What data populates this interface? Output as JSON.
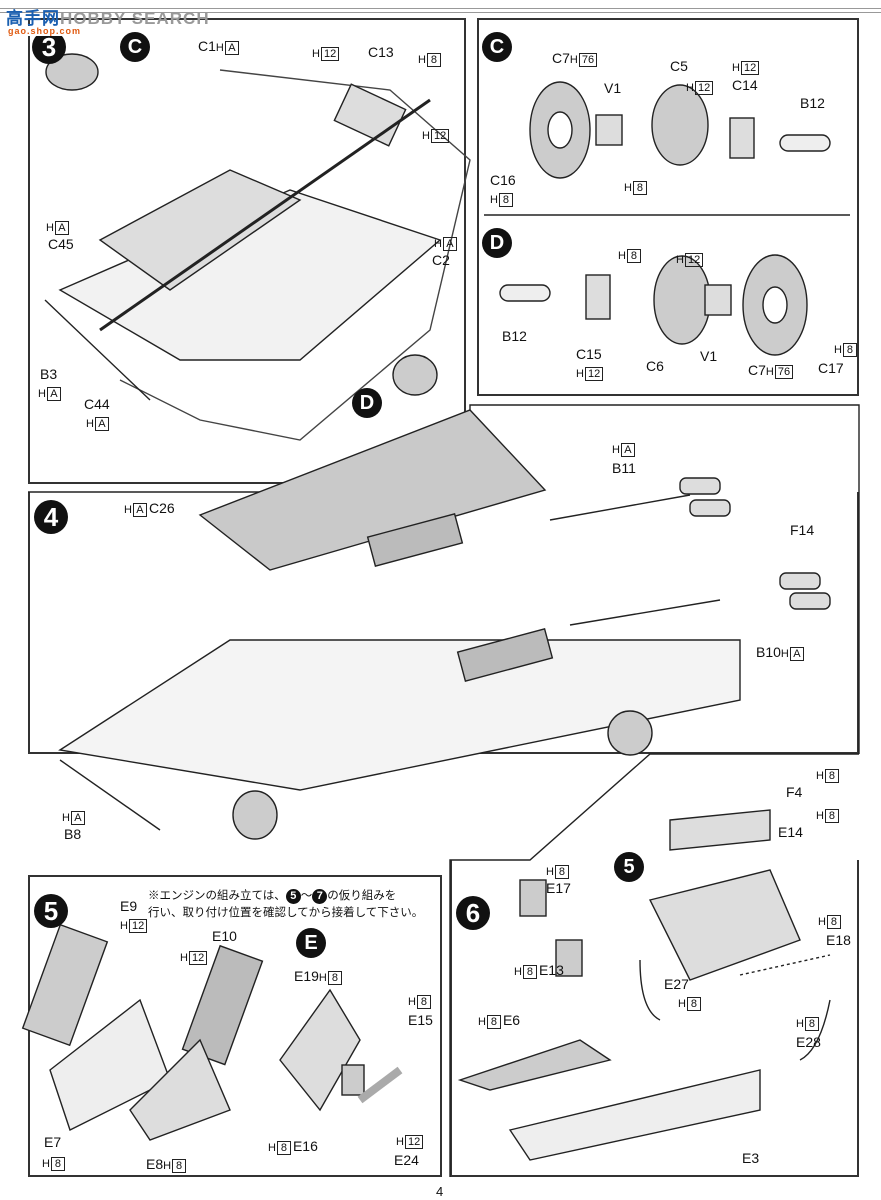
{
  "watermark": {
    "logo_text": "高手网",
    "brand": "HOBBY SEARCH",
    "site": "gao.shop.com"
  },
  "page_number": "4",
  "note": {
    "prefix": "※エンジンの組み立ては、",
    "from": "5",
    "tilde": "〜",
    "to": "7",
    "suffix": "の仮り組みを",
    "line2": "行い、取り付け位置を確認してから接着して下さい。"
  },
  "steps": {
    "s3": {
      "number": "3",
      "sub_c": "C",
      "sub_d": "D",
      "labels": [
        {
          "part": "C1",
          "h": "H",
          "box": "A"
        },
        {
          "part": "",
          "h": "H",
          "box": "12"
        },
        {
          "part": "C13",
          "h": "",
          "box": ""
        },
        {
          "part": "",
          "h": "H",
          "box": "8"
        },
        {
          "part": "",
          "h": "H",
          "box": "12"
        },
        {
          "part": "",
          "h": "H",
          "box": "A"
        },
        {
          "part": "C45",
          "h": "",
          "box": ""
        },
        {
          "part": "",
          "h": "H",
          "box": "A"
        },
        {
          "part": "C2",
          "h": "",
          "box": ""
        },
        {
          "part": "B3",
          "h": "",
          "box": ""
        },
        {
          "part": "",
          "h": "H",
          "box": "A"
        },
        {
          "part": "C44",
          "h": "",
          "box": ""
        },
        {
          "part": "",
          "h": "H",
          "box": "A"
        }
      ]
    },
    "sc": {
      "letter": "C",
      "labels": [
        {
          "part": "C7",
          "h": "H",
          "box": "76"
        },
        {
          "part": "V1",
          "h": "",
          "box": ""
        },
        {
          "part": "C5",
          "h": "",
          "box": ""
        },
        {
          "part": "",
          "h": "H",
          "box": "12"
        },
        {
          "part": "",
          "h": "H",
          "box": "12"
        },
        {
          "part": "C14",
          "h": "",
          "box": ""
        },
        {
          "part": "B12",
          "h": "",
          "box": ""
        },
        {
          "part": "C16",
          "h": "",
          "box": ""
        },
        {
          "part": "",
          "h": "H",
          "box": "8"
        },
        {
          "part": "",
          "h": "H",
          "box": "8"
        }
      ]
    },
    "sd": {
      "letter": "D",
      "labels": [
        {
          "part": "",
          "h": "H",
          "box": "8"
        },
        {
          "part": "",
          "h": "H",
          "box": "12"
        },
        {
          "part": "B12",
          "h": "",
          "box": ""
        },
        {
          "part": "C15",
          "h": "",
          "box": ""
        },
        {
          "part": "",
          "h": "H",
          "box": "12"
        },
        {
          "part": "C6",
          "h": "",
          "box": ""
        },
        {
          "part": "V1",
          "h": "",
          "box": ""
        },
        {
          "part": "C7",
          "h": "H",
          "box": "76"
        },
        {
          "part": "",
          "h": "H",
          "box": "8"
        },
        {
          "part": "C17",
          "h": "",
          "box": ""
        }
      ]
    },
    "s4": {
      "number": "4",
      "labels": [
        {
          "part": "C26",
          "h": "H",
          "box": "A"
        },
        {
          "part": "",
          "h": "H",
          "box": "A"
        },
        {
          "part": "B11",
          "h": "",
          "box": ""
        },
        {
          "part": "F14",
          "h": "",
          "box": ""
        },
        {
          "part": "B10",
          "h": "H",
          "box": "A"
        },
        {
          "part": "",
          "h": "H",
          "box": "A"
        },
        {
          "part": "B8",
          "h": "",
          "box": ""
        }
      ]
    },
    "s5": {
      "number": "5",
      "sub_e": "E",
      "labels": [
        {
          "part": "E9",
          "h": "",
          "box": ""
        },
        {
          "part": "",
          "h": "H",
          "box": "12"
        },
        {
          "part": "E10",
          "h": "",
          "box": ""
        },
        {
          "part": "",
          "h": "H",
          "box": "12"
        },
        {
          "part": "E19",
          "h": "H",
          "box": "8"
        },
        {
          "part": "",
          "h": "H",
          "box": "8"
        },
        {
          "part": "E15",
          "h": "",
          "box": ""
        },
        {
          "part": "E7",
          "h": "",
          "box": ""
        },
        {
          "part": "",
          "h": "H",
          "box": "8"
        },
        {
          "part": "E8",
          "h": "H",
          "box": "8"
        },
        {
          "part": "E16",
          "h": "H",
          "box": "8"
        },
        {
          "part": "",
          "h": "H",
          "box": "12"
        },
        {
          "part": "E24",
          "h": "",
          "box": ""
        }
      ]
    },
    "s6": {
      "number": "6",
      "ref": "5",
      "labels": [
        {
          "part": "",
          "h": "H",
          "box": "8"
        },
        {
          "part": "F4",
          "h": "",
          "box": ""
        },
        {
          "part": "",
          "h": "H",
          "box": "8"
        },
        {
          "part": "E14",
          "h": "",
          "box": ""
        },
        {
          "part": "",
          "h": "H",
          "box": "8"
        },
        {
          "part": "E17",
          "h": "",
          "box": ""
        },
        {
          "part": "",
          "h": "H",
          "box": "8"
        },
        {
          "part": "E18",
          "h": "",
          "box": ""
        },
        {
          "part": "E13",
          "h": "H",
          "box": "8"
        },
        {
          "part": "E27",
          "h": "",
          "box": ""
        },
        {
          "part": "",
          "h": "H",
          "box": "8"
        },
        {
          "part": "E6",
          "h": "H",
          "box": "8"
        },
        {
          "part": "",
          "h": "H",
          "box": "8"
        },
        {
          "part": "E28",
          "h": "",
          "box": ""
        },
        {
          "part": "E3",
          "h": "",
          "box": ""
        }
      ]
    }
  }
}
